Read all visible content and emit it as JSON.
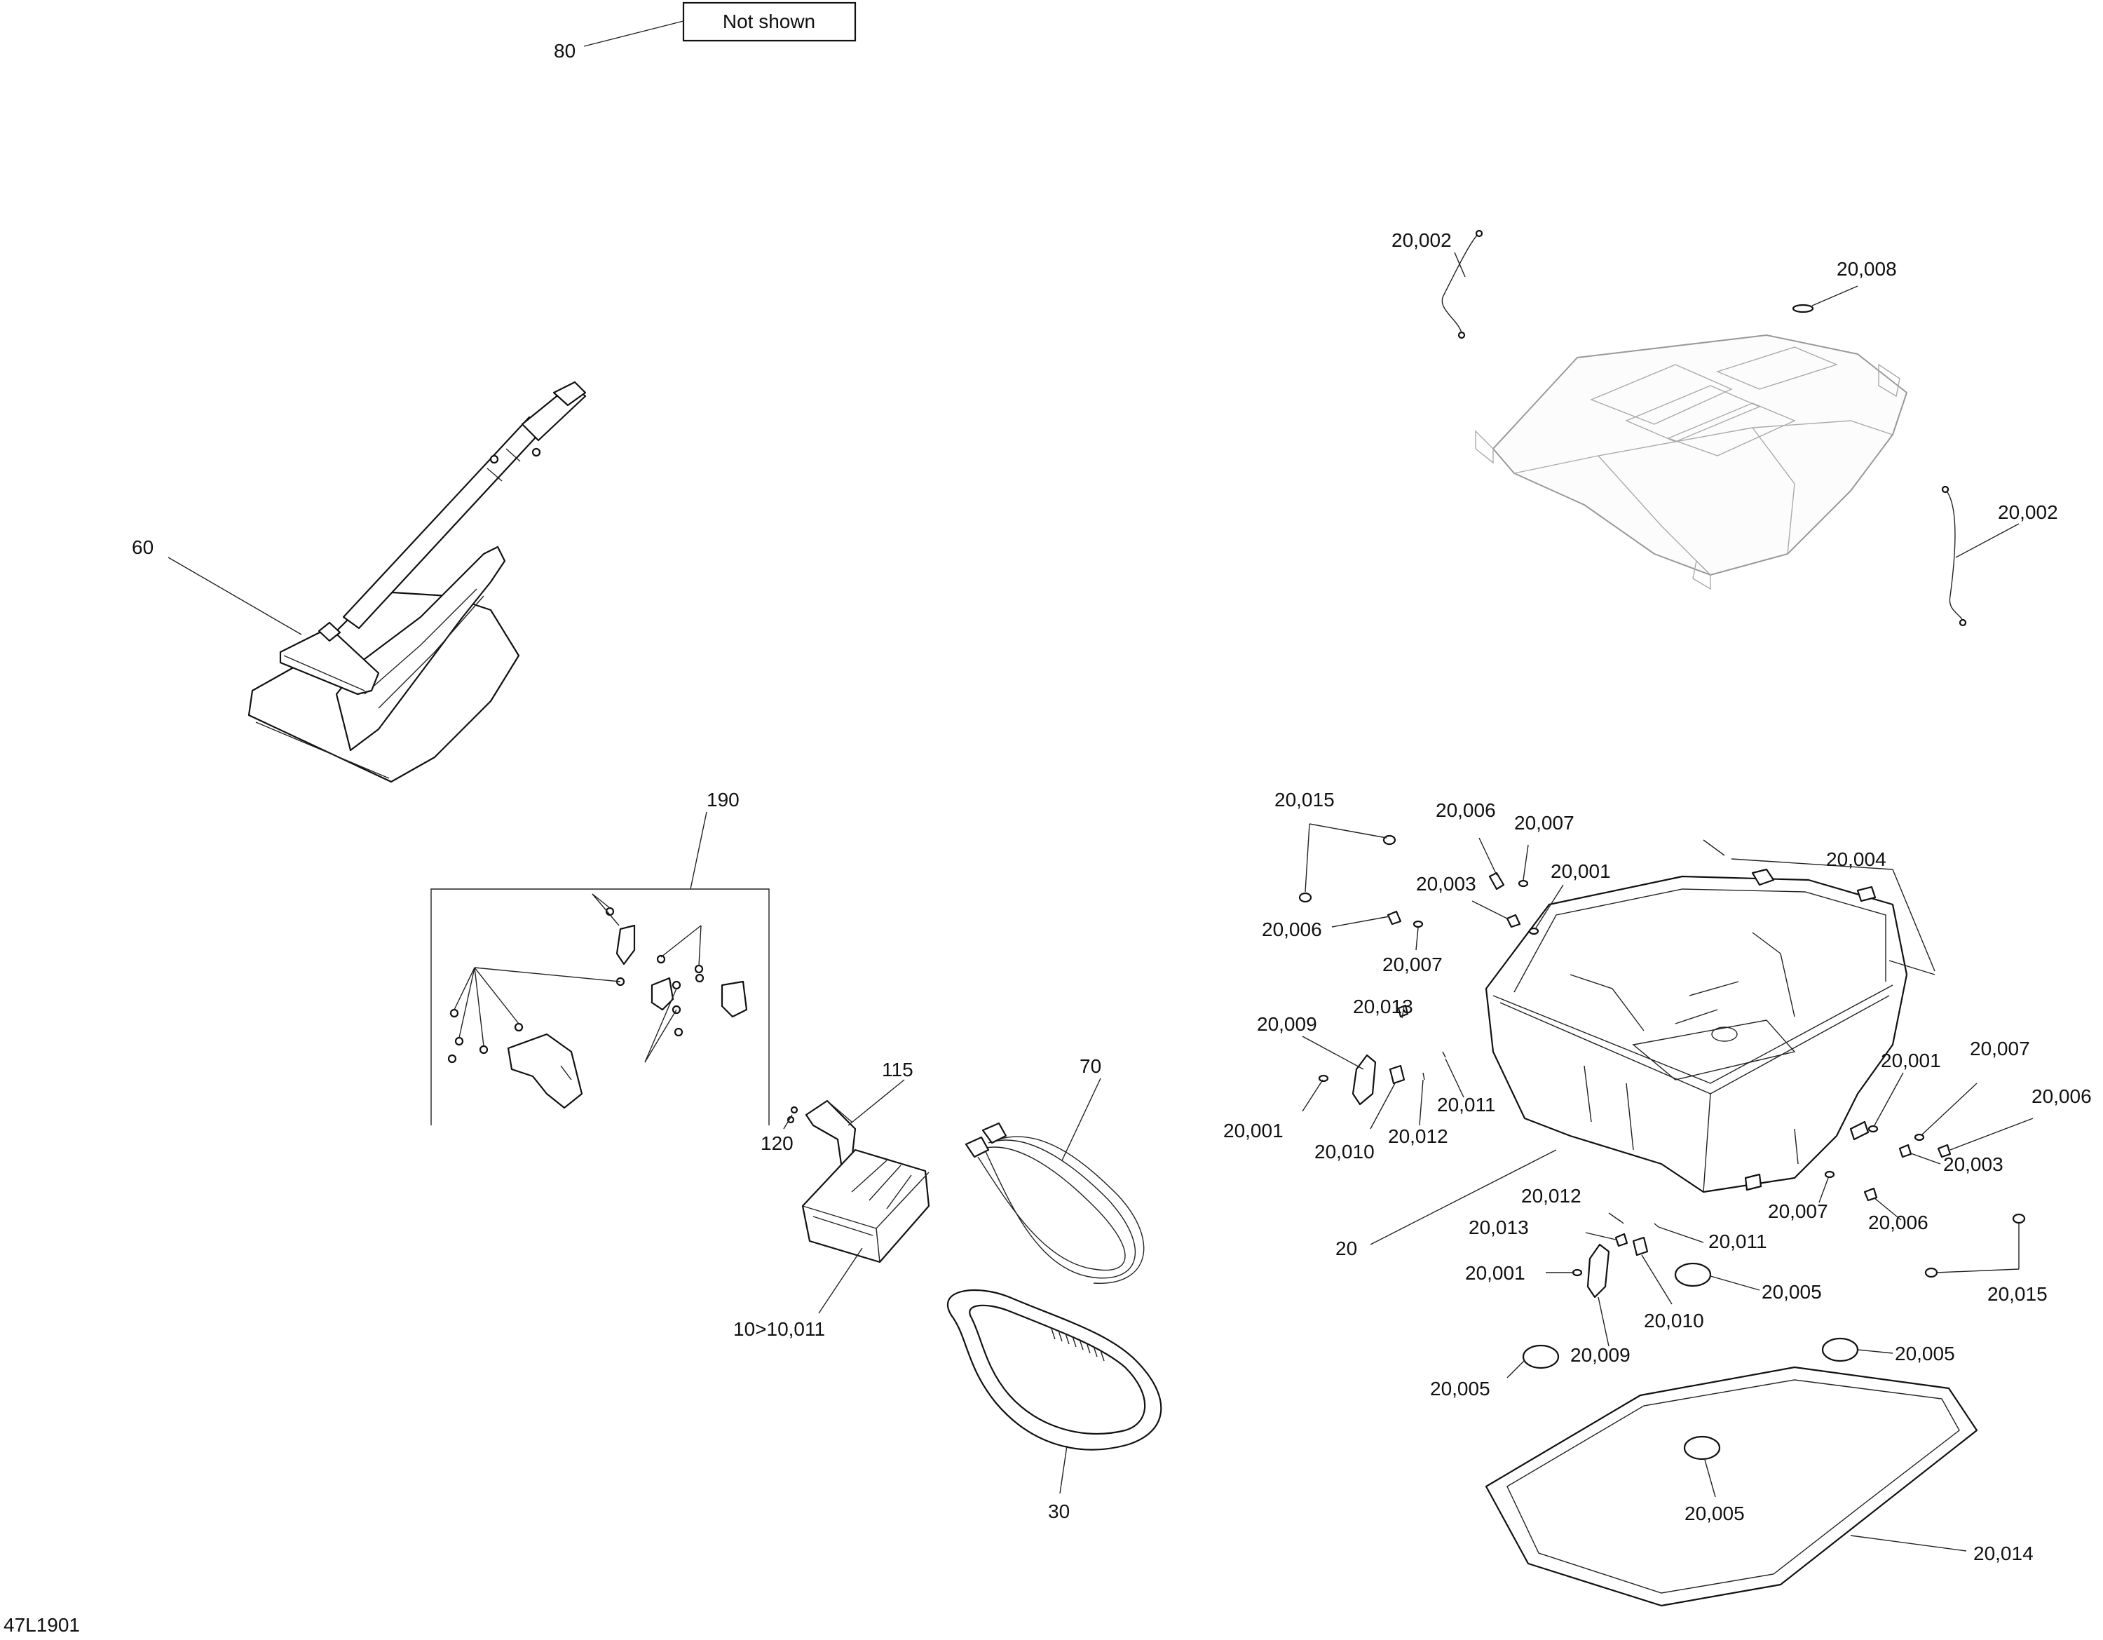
{
  "drawing_id": "47L1901",
  "note": "Not shown",
  "callouts": {
    "c80": "80",
    "c60": "60",
    "c190": "190",
    "c115": "115",
    "c120": "120",
    "c70": "70",
    "c10": "10>10,011",
    "c30": "30",
    "c20": "20",
    "c20002a": "20,002",
    "c20002b": "20,002",
    "c20008": "20,008",
    "c20004": "20,004",
    "c20015a": "20,015",
    "c20015b": "20,015",
    "c20006a": "20,006",
    "c20006b": "20,006",
    "c20006c": "20,006",
    "c20006d": "20,006",
    "c20007a": "20,007",
    "c20007b": "20,007",
    "c20007c": "20,007",
    "c20007d": "20,007",
    "c20003a": "20,003",
    "c20003b": "20,003",
    "c20001a": "20,001",
    "c20001b": "20,001",
    "c20001c": "20,001",
    "c20001d": "20,001",
    "c20013a": "20,013",
    "c20013b": "20,013",
    "c20009a": "20,009",
    "c20009b": "20,009",
    "c20010a": "20,010",
    "c20010b": "20,010",
    "c20011a": "20,011",
    "c20011b": "20,011",
    "c20012a": "20,012",
    "c20012b": "20,012",
    "c20005a": "20,005",
    "c20005b": "20,005",
    "c20005c": "20,005",
    "c20005d": "20,005",
    "c20014": "20,014"
  }
}
